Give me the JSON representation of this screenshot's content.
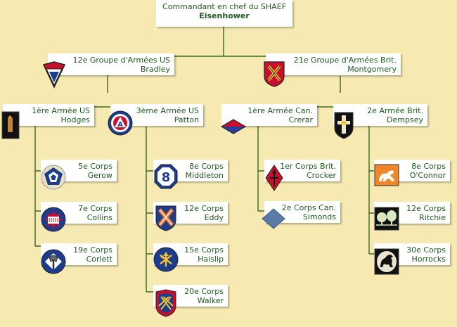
{
  "root": {
    "title": "Commandant en chef du SHAEF",
    "name": "Eisenhower"
  },
  "army_groups": [
    {
      "title": "12e Groupe d'Armées US",
      "name": "Bradley",
      "icon": "12th-army-group-insignia-icon"
    },
    {
      "title": "21e Groupe d'Armées Brit.",
      "name": "Montgomery",
      "icon": "21st-army-group-insignia-icon"
    }
  ],
  "armies": [
    {
      "title": "1ère Armée US",
      "name": "Hodges",
      "icon": "first-army-insignia-icon"
    },
    {
      "title": "3ème Armée US",
      "name": "Patton",
      "icon": "third-army-insignia-icon"
    },
    {
      "title": "1ère Armée Can.",
      "name": "Crerar",
      "icon": "canadian-first-army-insignia-icon"
    },
    {
      "title": "2e Armée Brit.",
      "name": "Dempsey",
      "icon": "british-second-army-insignia-icon"
    }
  ],
  "corps": [
    {
      "title": "5e Corps",
      "name": "Gerow",
      "icon": "v-corps-insignia-icon"
    },
    {
      "title": "7e  Corps",
      "name": "Collins",
      "icon": "vii-corps-insignia-icon"
    },
    {
      "title": "19e Corps",
      "name": "Corlett",
      "icon": "xix-corps-insignia-icon"
    },
    {
      "title": "8e Corps",
      "name": "Middleton",
      "icon": "viii-corps-insignia-icon"
    },
    {
      "title": "12e Corps",
      "name": "Eddy",
      "icon": "xii-corps-insignia-icon"
    },
    {
      "title": "15e Corps",
      "name": "Haislip",
      "icon": "xv-corps-insignia-icon"
    },
    {
      "title": "20e Corps",
      "name": "Walker",
      "icon": "xx-corps-insignia-icon"
    },
    {
      "title": "1er Corps Brit.",
      "name": "Crocker",
      "icon": "british-i-corps-insignia-icon"
    },
    {
      "title": "2e Corps Can.",
      "name": "Simonds",
      "icon": "canadian-ii-corps-insignia-icon"
    },
    {
      "title": "8e Corps",
      "name": "O'Connor",
      "icon": "british-viii-corps-insignia-icon"
    },
    {
      "title": "12e Corps",
      "name": "Ritchie",
      "icon": "british-xii-corps-insignia-icon"
    },
    {
      "title": "30e Corps",
      "name": "Horrocks",
      "icon": "british-xxx-corps-insignia-icon"
    }
  ],
  "colors": {
    "background": "#f6eab2",
    "line": "#3a6a1f",
    "text": "#1f5a1f",
    "box": "#ffffff"
  }
}
